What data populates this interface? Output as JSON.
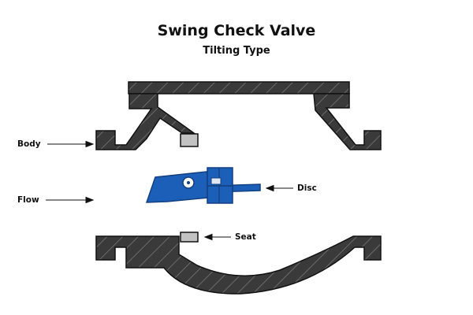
{
  "title": "Swing Check Valve",
  "subtitle": "Tilting Type",
  "labels": {
    "body": "Body",
    "flow": "Flow",
    "disc": "Disc",
    "seat": "Seat"
  },
  "colors": {
    "body": "#3a3a3a",
    "hatch": "#6a6a6a",
    "disc": "#1c5fb8",
    "disc_dark": "#123f80",
    "seat": "#c2c2c2",
    "outline": "#111111"
  }
}
